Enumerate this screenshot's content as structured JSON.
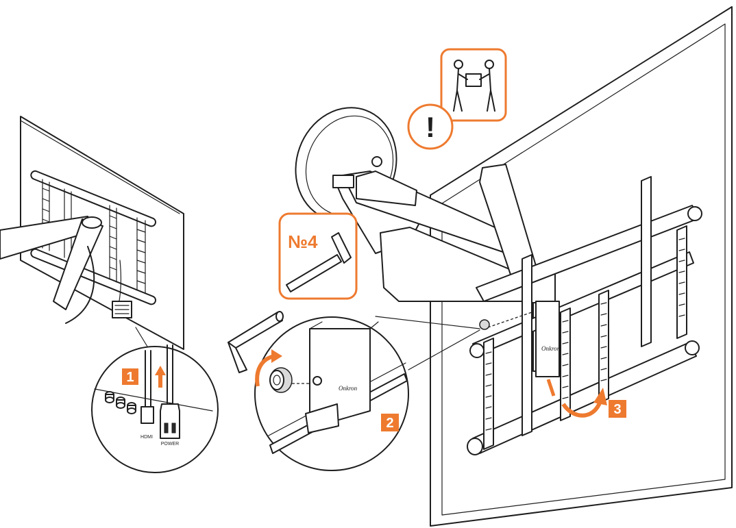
{
  "steps": [
    {
      "number": "1"
    },
    {
      "number": "2"
    },
    {
      "number": "3"
    }
  ],
  "tool": {
    "label": "№4"
  },
  "ports": {
    "left": "HDMI",
    "right": "POWER"
  },
  "bracket_brand": "Onkron",
  "warning": {
    "symbol": "!"
  },
  "colors": {
    "accent": "#ee7a2f",
    "line": "#1e1e1e",
    "background": "#ffffff"
  },
  "icons": [
    "two-person-lift-icon",
    "hex-key-icon",
    "rotate-arrow-icon",
    "up-arrow-icon",
    "warning-icon"
  ]
}
